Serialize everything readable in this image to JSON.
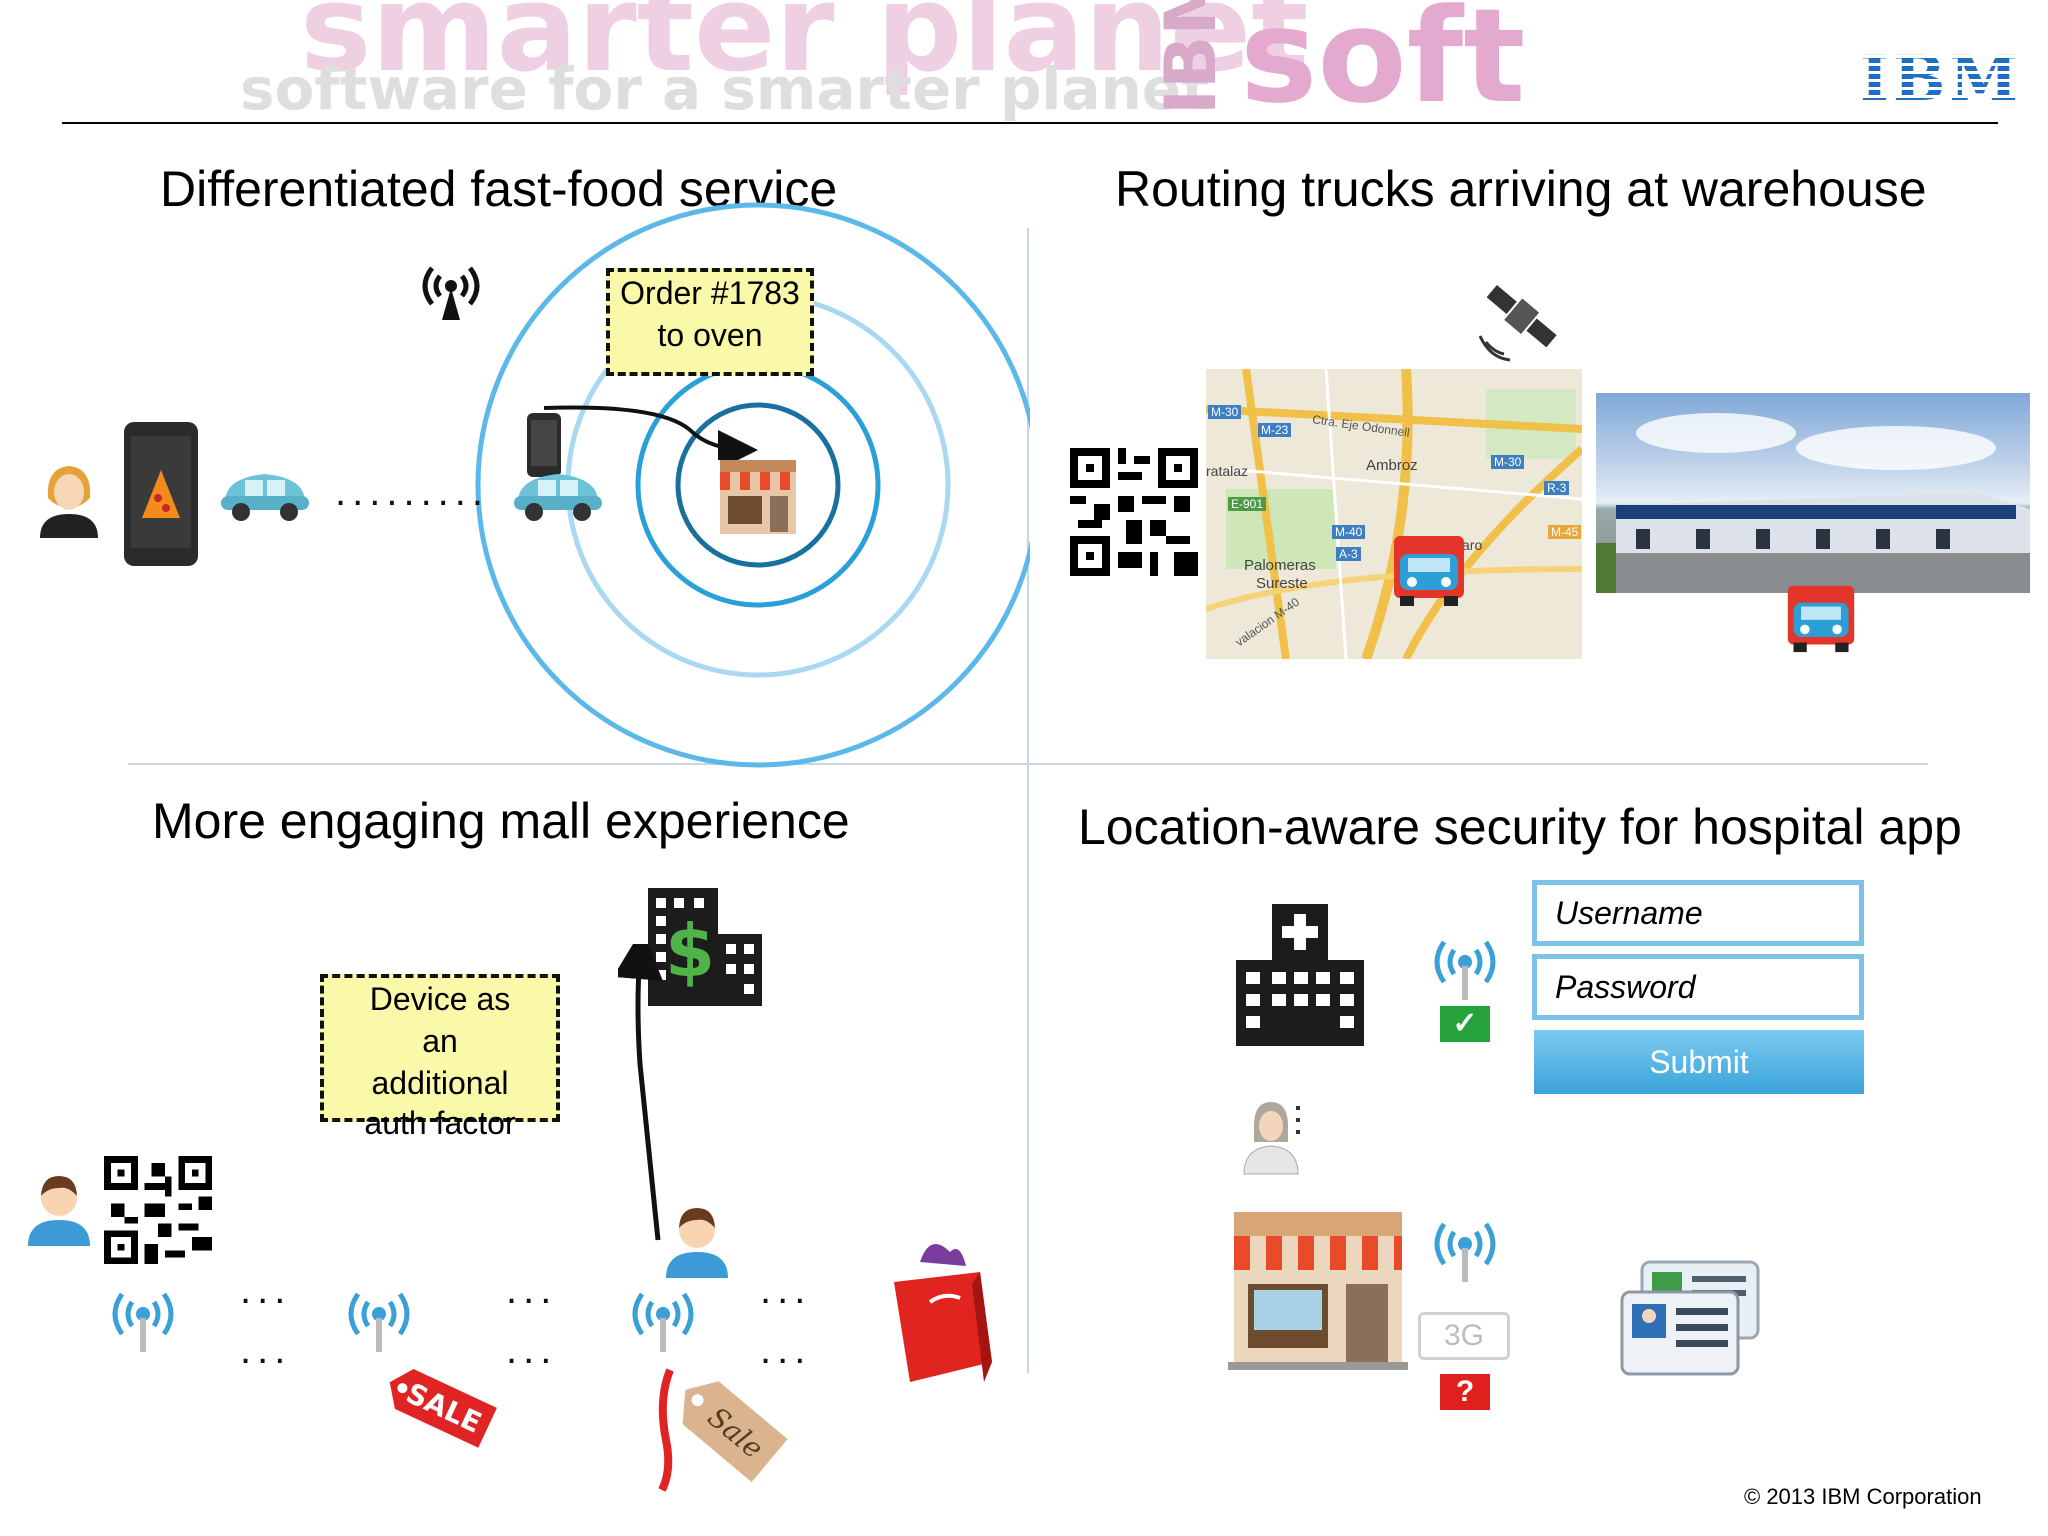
{
  "header": {
    "watermark_words": [
      "smarter planet",
      "software for a smarter planet",
      "soft",
      "IBM"
    ],
    "logo": "IBM",
    "accent_color": "#1f70c1",
    "watermark_color": "#e6b9d5"
  },
  "quadrants": {
    "top_left": {
      "title": "Differentiated fast-food service",
      "callout": [
        "Order #1783",
        "to oven"
      ],
      "icons": [
        "person-icon",
        "smartphone-pizza-icon",
        "car-icon",
        "wifi-tower-icon",
        "store-icon"
      ]
    },
    "top_right": {
      "title": "Routing trucks arriving at warehouse",
      "map_labels": [
        "M-30",
        "M-23",
        "Ctra. Eje Odonnell",
        "Ambroz",
        "M-30",
        "R-3",
        "ratalaz",
        "E-901",
        "M-40",
        "A-3",
        "Palomeras",
        "Sureste",
        "M-45",
        "aro",
        "valacion M-40"
      ],
      "icons": [
        "satellite-icon",
        "qr-code-icon",
        "map-image",
        "truck-icon",
        "warehouse-image"
      ]
    },
    "bottom_left": {
      "title": "More engaging mall experience",
      "callout": [
        "Device as",
        "an",
        "additional",
        "auth factor"
      ],
      "icons": [
        "person-icon",
        "qr-code-icon",
        "bank-building-icon",
        "sale-tag-icon",
        "shopping-bag-icon"
      ]
    },
    "bottom_right": {
      "title": "Location-aware security for hospital app",
      "login": {
        "username_placeholder": "Username",
        "password_placeholder": "Password",
        "submit_label": "Submit"
      },
      "network_label": "3G",
      "status_ok": "✓",
      "status_unknown": "?",
      "icons": [
        "hospital-icon",
        "doctor-icon",
        "store-icon",
        "id-cards-icon"
      ]
    }
  },
  "footer": {
    "copyright": "© 2013 IBM Corporation"
  }
}
